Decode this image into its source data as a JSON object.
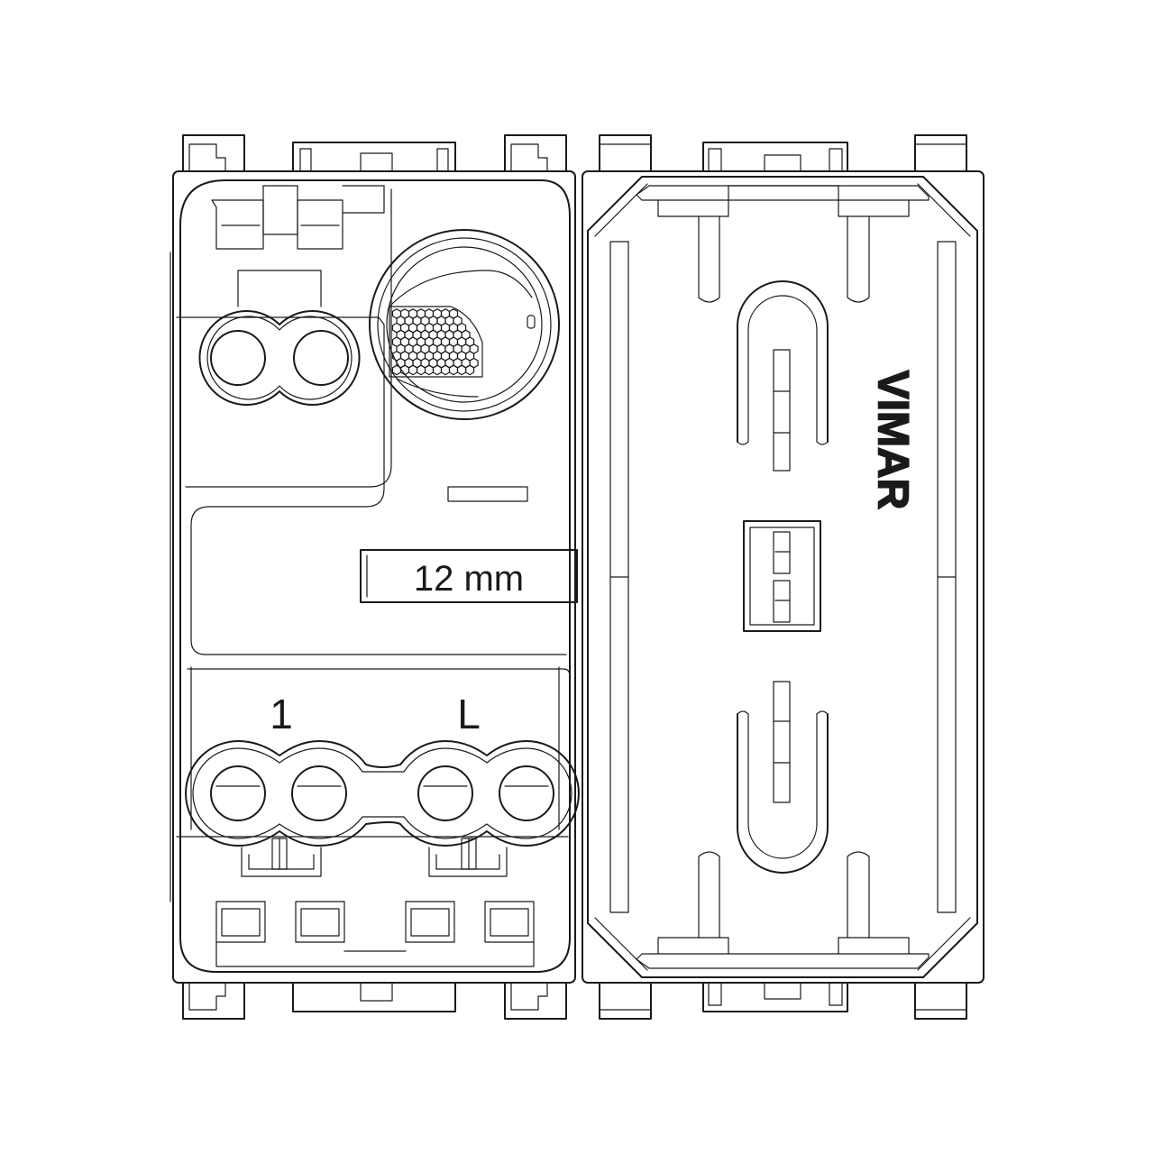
{
  "labels": {
    "strip_length": "12 mm",
    "terminal_left": "1",
    "terminal_right": "L",
    "brand": "VIMAR"
  },
  "colors": {
    "line": "#1a1a1a",
    "background": "#ffffff"
  }
}
